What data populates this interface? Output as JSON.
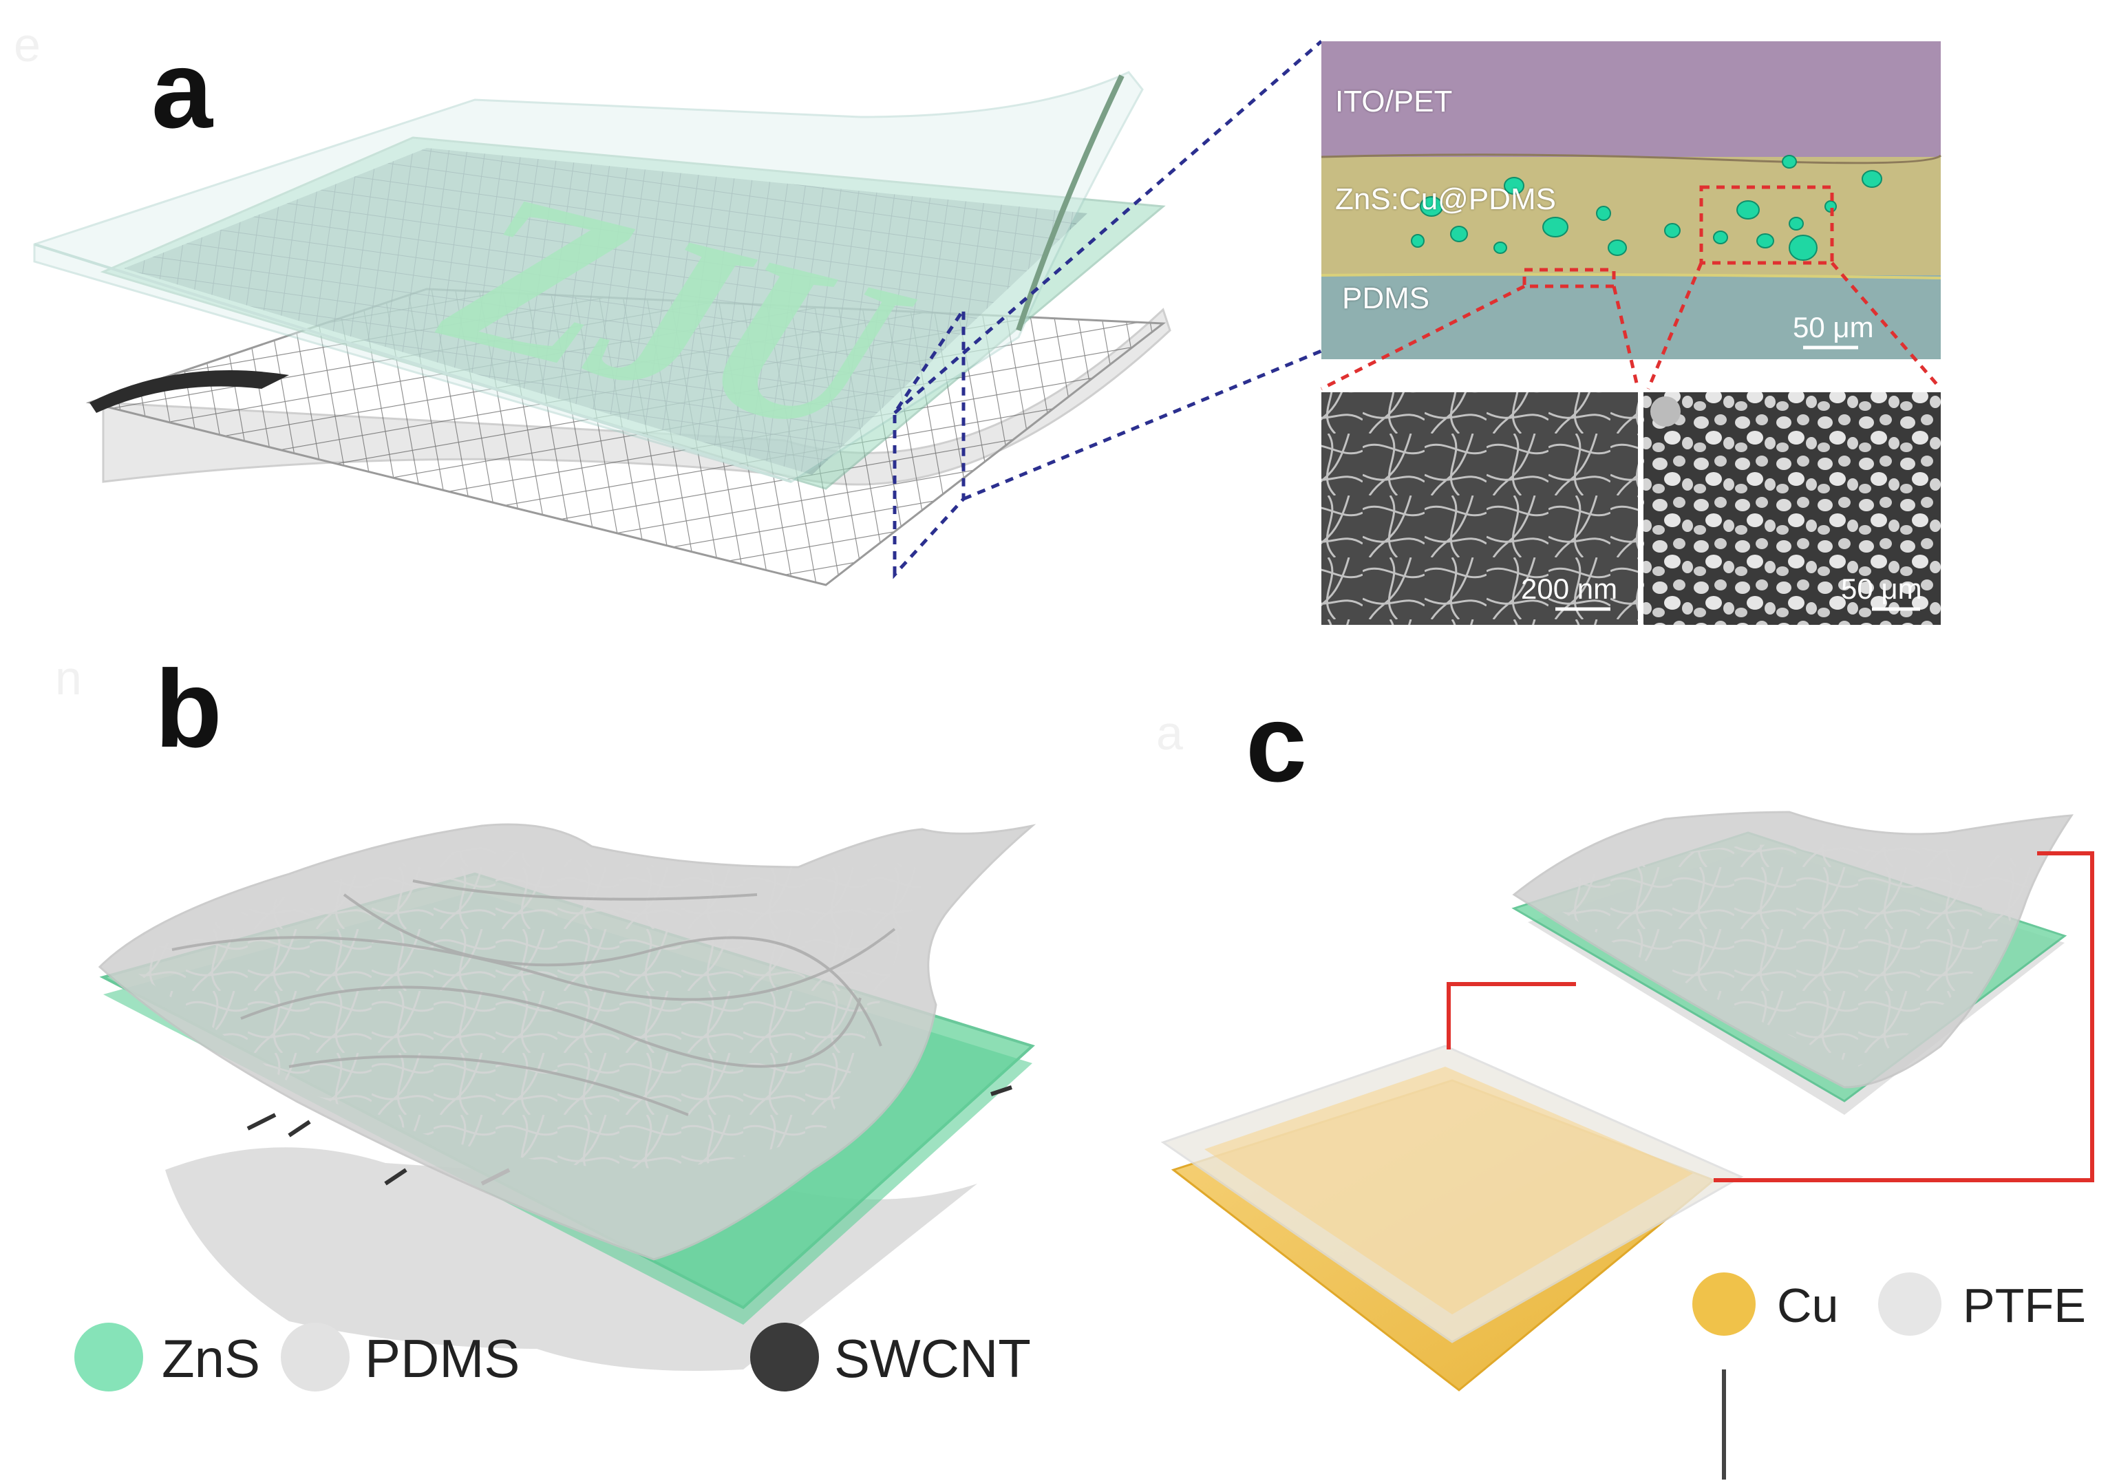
{
  "panels": {
    "a": {
      "letter": "a"
    },
    "b": {
      "letter": "b"
    },
    "c": {
      "letter": "c"
    }
  },
  "ghost_letters": [
    "e",
    "n",
    "a"
  ],
  "sem": {
    "layers": [
      "ITO/PET",
      "ZnS:Cu@PDMS",
      "PDMS"
    ],
    "scale_bars": [
      "50 μm",
      "200 nm",
      "50 μm"
    ]
  },
  "device_text": "ZJU",
  "legend_b": [
    "ZnS",
    "PDMS",
    "SWCNT"
  ],
  "legend_c": [
    "Cu",
    "PTFE"
  ],
  "colors": {
    "zns": "#86e3b8",
    "pdms": "#e2e2e2",
    "swcnt": "#3a3a3a",
    "cu": "#f0c24a",
    "ptfe": "#e6e6e6",
    "ito_pet": "#a98fb0",
    "zns_cu_pdms": "#c8bd83",
    "pdms_sem": "#8fb0b0",
    "wire": "#e0302a",
    "zoom_lines": "#2b2f8f",
    "zoom_red": "#e03030"
  }
}
